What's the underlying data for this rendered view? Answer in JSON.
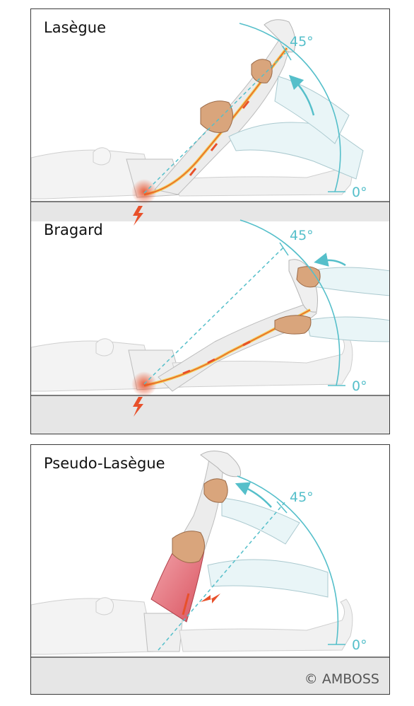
{
  "panels": [
    {
      "title": "Lasègue",
      "angle_high": "45°",
      "angle_low": "0°"
    },
    {
      "title": "Bragard",
      "angle_high": "45°",
      "angle_low": "0°"
    },
    {
      "title": "Pseudo-Lasègue",
      "angle_high": "45°",
      "angle_low": "0°"
    }
  ],
  "copyright": "© AMBOSS",
  "colors": {
    "angle_teal": "#55bfca",
    "pain_red": "#e8502a",
    "nerve_yellow": "#f2c94c",
    "hamstring_red": "#d9535f",
    "table_gray": "#e6e6e6"
  },
  "icons": [
    "lightning-pain-icon",
    "rotation-arrow-icon"
  ]
}
